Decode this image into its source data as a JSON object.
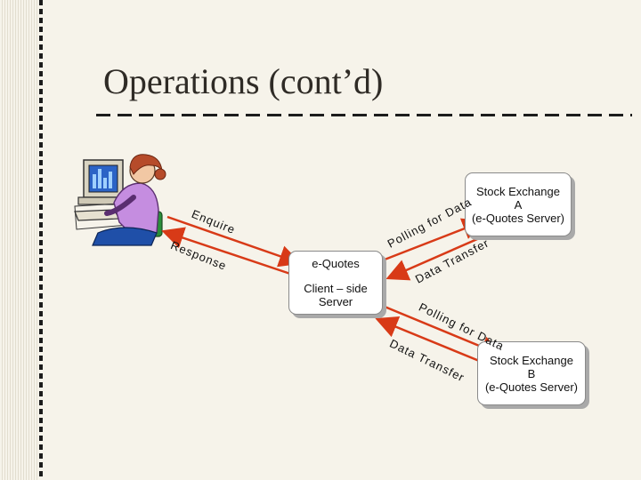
{
  "slide": {
    "title": "Operations (cont’d)"
  },
  "nodes": {
    "client_server": {
      "top": "e-Quotes",
      "bottom_line1": "Client – side",
      "bottom_line2": "Server"
    },
    "exchange_a": {
      "line1": "Stock Exchange",
      "line2": "A",
      "line3": "(e-Quotes Server)"
    },
    "exchange_b": {
      "line1": "Stock Exchange",
      "line2": "B",
      "line3": "(e-Quotes Server)"
    }
  },
  "edges": {
    "enquire": "Enquire",
    "response": "Response",
    "polling_a": "Polling for Data",
    "transfer_a": "Data Transfer",
    "polling_b": "Polling for Data",
    "transfer_b": "Data Transfer"
  },
  "icons": {
    "user": "person-at-computer-icon"
  },
  "colors": {
    "arrow": "#d83a17",
    "background": "#f6f3ea"
  }
}
